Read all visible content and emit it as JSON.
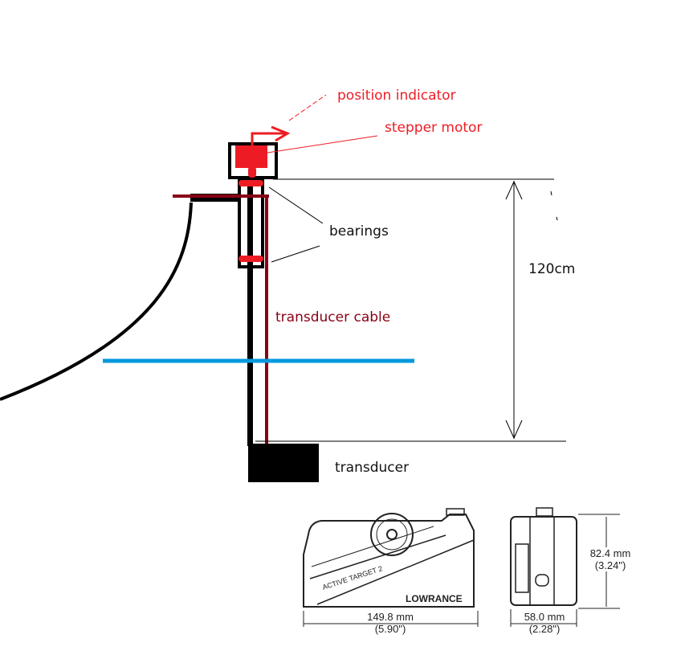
{
  "labels": {
    "position_indicator": "position indicator",
    "stepper_motor": "stepper motor",
    "bearings": "bearings",
    "height": "120cm",
    "transducer_cable": "transducer cable",
    "transducer": "transducer"
  },
  "product_drawing": {
    "brand": "LOWRANCE",
    "model": "ACTIVE TARGET 2",
    "width_mm": "149.8 mm",
    "width_in": "(5.90\")",
    "depth_mm": "58.0 mm",
    "depth_in": "(2.28\")",
    "height_mm": "82.4 mm",
    "height_in": "(3.24\")"
  },
  "colors": {
    "motor": "#ed1c24",
    "cable": "#880015",
    "water": "#0099dd",
    "structure": "#000000"
  }
}
